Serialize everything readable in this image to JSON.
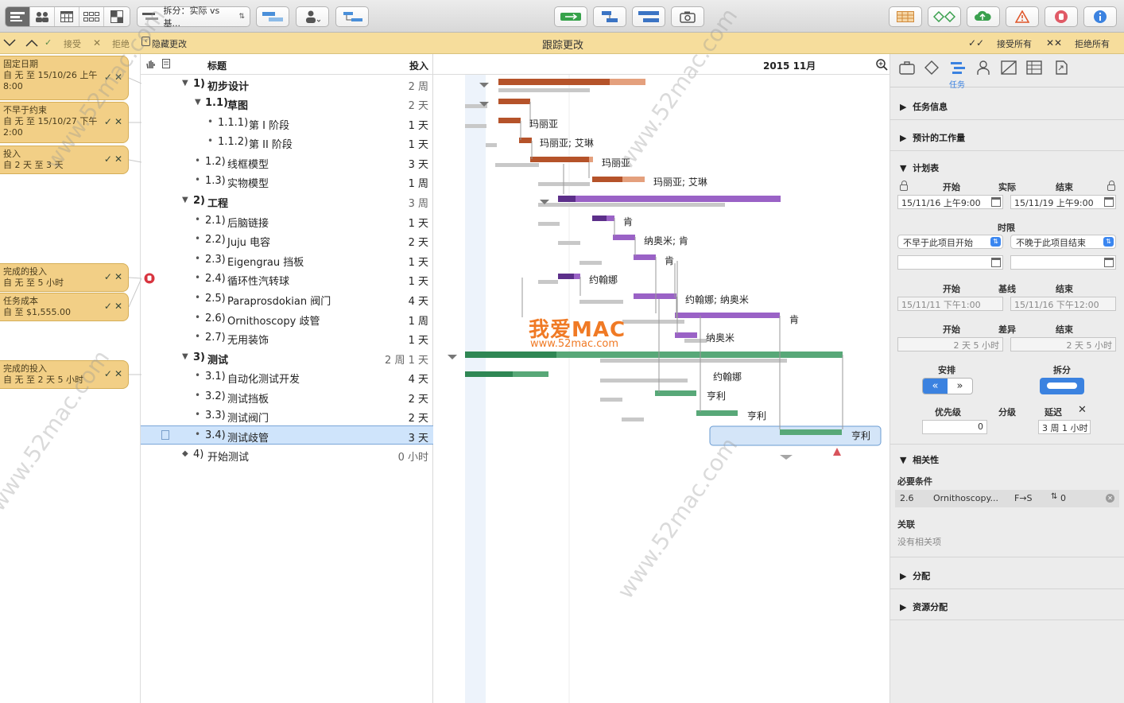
{
  "toolbar": {
    "split_select": "拆分：实际 vs 基...",
    "view_icons": [
      "gantt-view-icon",
      "resource-view-icon",
      "calendar-view-icon",
      "network-view-icon",
      "milestone-view-icon"
    ]
  },
  "trackbar": {
    "accept": "接受",
    "reject": "拒绝",
    "hide_changes": "隐藏更改",
    "title": "跟踪更改",
    "accept_all": "接受所有",
    "reject_all": "拒绝所有"
  },
  "changes": [
    {
      "line1": "固定日期",
      "line2": "自 无 至 15/10/26 上午",
      "line3": "8:00"
    },
    {
      "line1": "不早于约束",
      "line2": "自 无 至 15/10/27 下午",
      "line3": "2:00"
    },
    {
      "line1": "投入",
      "line2": "自 2 天 至 3 天",
      "line3": ""
    },
    {
      "line1": "完成的投入",
      "line2": "自 无 至 5 小时",
      "line3": ""
    },
    {
      "line1": "任务成本",
      "line2": "自 至 $1,555.00",
      "line3": ""
    },
    {
      "line1": "完成的投入",
      "line2": "自 无 至 2 天 5 小时",
      "line3": ""
    }
  ],
  "outline": {
    "col_title": "标题",
    "col_effort": "投入",
    "rows": [
      {
        "num": "1)",
        "title": "初步设计",
        "effort": "2 周"
      },
      {
        "num": "1.1)",
        "title": "草图",
        "effort": "2 天"
      },
      {
        "num": "1.1.1)",
        "title": "第 I 阶段",
        "effort": "1 天"
      },
      {
        "num": "1.1.2)",
        "title": "第 II 阶段",
        "effort": "1 天"
      },
      {
        "num": "1.2)",
        "title": "线框模型",
        "effort": "3 天"
      },
      {
        "num": "1.3)",
        "title": "实物模型",
        "effort": "1 周"
      },
      {
        "num": "2)",
        "title": "工程",
        "effort": "3 周"
      },
      {
        "num": "2.1)",
        "title": "后脑链接",
        "effort": "1 天"
      },
      {
        "num": "2.2)",
        "title": "Juju 电容",
        "effort": "2 天"
      },
      {
        "num": "2.3)",
        "title": "Eigengrau 挡板",
        "effort": "1 天"
      },
      {
        "num": "2.4)",
        "title": "循环性汽转球",
        "effort": "1 天"
      },
      {
        "num": "2.5)",
        "title": "Paraprosdokian 阀门",
        "effort": "4 天"
      },
      {
        "num": "2.6)",
        "title": "Ornithoscopy 歧管",
        "effort": "1 周"
      },
      {
        "num": "2.7)",
        "title": "无用装饰",
        "effort": "1 天"
      },
      {
        "num": "3)",
        "title": "测试",
        "effort": "2 周 1 天"
      },
      {
        "num": "3.1)",
        "title": "自动化测试开发",
        "effort": "4 天"
      },
      {
        "num": "3.2)",
        "title": "测试挡板",
        "effort": "2 天"
      },
      {
        "num": "3.3)",
        "title": "测试阀门",
        "effort": "2 天"
      },
      {
        "num": "3.4)",
        "title": "测试歧管",
        "effort": "3 天"
      },
      {
        "num": "4)",
        "title": "开始测试",
        "effort": "0 小时"
      }
    ]
  },
  "gantt": {
    "month_label": "2015 11月",
    "resource_labels": [
      "玛丽亚",
      "玛丽亚; 艾琳",
      "玛丽亚",
      "玛丽亚; 艾琳",
      "肯",
      "纳奥米; 肯",
      "肯",
      "约翰娜",
      "约翰娜; 纳奥米",
      "肯",
      "纳奥米",
      "约翰娜",
      "亨利",
      "亨利",
      "亨利"
    ]
  },
  "watermark": {
    "text": "www.52mac.com",
    "logo": "我爱MAC",
    "logo_url": "www.52mac.com"
  },
  "inspector": {
    "active_tab": "任务",
    "sections": {
      "task_info": "任务信息",
      "estimated_effort": "预计的工作量",
      "schedule": "计划表",
      "dependencies": "相关性",
      "allocation": "分配",
      "resource_allocation": "资源分配"
    },
    "schedule": {
      "start_label": "开始",
      "actual_label": "实际",
      "end_label": "结束",
      "start_value": "15/11/16 上午9:00",
      "end_value": "15/11/19 上午9:00",
      "constraint_label": "时限",
      "constraint_start": "不早于此项目开始",
      "constraint_end": "不晚于此项目结束",
      "baseline_start_label": "开始",
      "baseline_label": "基线",
      "baseline_end_label": "结束",
      "baseline_start": "15/11/11 下午1:00",
      "baseline_end": "15/11/16 下午12:00",
      "variance_start_label": "开始",
      "variance_label": "差异",
      "variance_end_label": "结束",
      "variance_start": "2 天 5 小时",
      "variance_end": "2 天 5 小时",
      "schedule_label": "安排",
      "split_label": "拆分",
      "priority_label": "优先级",
      "level_label": "分级",
      "delay_label": "延迟",
      "priority_value": "0",
      "delay_value": "3 周 1 小时"
    },
    "dependencies": {
      "prereq_label": "必要条件",
      "prereq_id": "2.6",
      "prereq_name": "Ornithoscopy...",
      "prereq_type": "F→S",
      "prereq_lag": "0",
      "related_label": "关联",
      "related_empty": "没有相关项"
    }
  },
  "colors": {
    "phase1": "#b5532a",
    "phase1_light": "#e4a07d",
    "phase2": "#9a62c6",
    "phase2_dark": "#5c2f8a",
    "phase3": "#58a878",
    "phase3_dark": "#2f8754",
    "baseline": "#c4c4c4",
    "change_note": "#f2cf86",
    "trackbar": "#f6dd9c"
  }
}
